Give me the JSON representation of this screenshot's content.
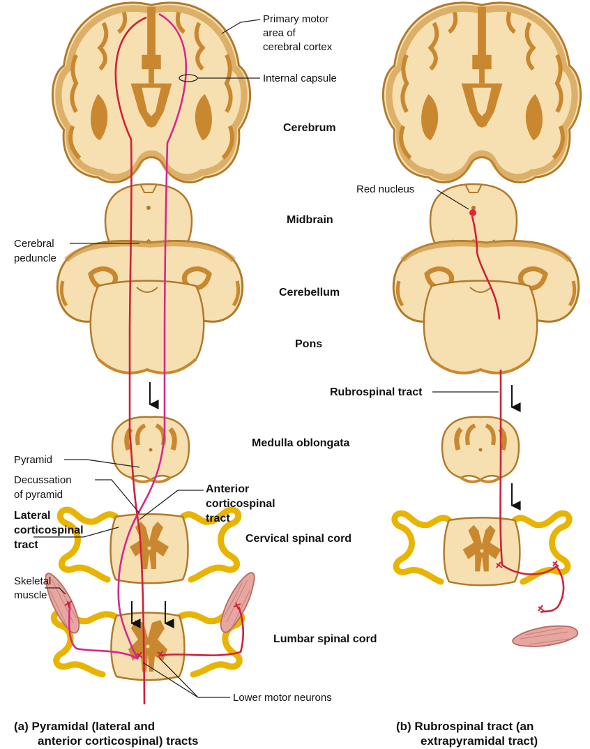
{
  "colors": {
    "tissue": "#f6dfb0",
    "tissue_edge": "#b07a2a",
    "gray_matter": "#c9882f",
    "nerve": "#f2c500",
    "red_tract": "#d0203a",
    "magenta_tract": "#d6288c",
    "muscle": "#e7a7a0"
  },
  "labels": {
    "primary_motor": [
      "Primary motor",
      "area of",
      "cerebral cortex"
    ],
    "internal_capsule": "Internal capsule",
    "cerebrum": "Cerebrum",
    "red_nucleus": "Red nucleus",
    "midbrain": "Midbrain",
    "cerebral_peduncle": [
      "Cerebral",
      "peduncle"
    ],
    "cerebellum": "Cerebellum",
    "pons": "Pons",
    "rubrospinal_tract": "Rubrospinal tract",
    "medulla": "Medulla oblongata",
    "pyramid": "Pyramid",
    "decussation": [
      "Decussation",
      "of pyramid"
    ],
    "anterior_cst": [
      "Anterior",
      "corticospinal",
      "tract"
    ],
    "lateral_cst": [
      "Lateral",
      "corticospinal",
      "tract"
    ],
    "cervical": "Cervical spinal cord",
    "skeletal_muscle": [
      "Skeletal",
      "muscle"
    ],
    "lumbar": "Lumbar spinal cord",
    "lower_motor": "Lower motor neurons"
  },
  "captions": {
    "a": [
      "(a) Pyramidal (lateral and",
      "anterior corticospinal) tracts"
    ],
    "b": [
      "(b) Rubrospinal tract (an",
      "extrapyramidal tract)"
    ]
  }
}
